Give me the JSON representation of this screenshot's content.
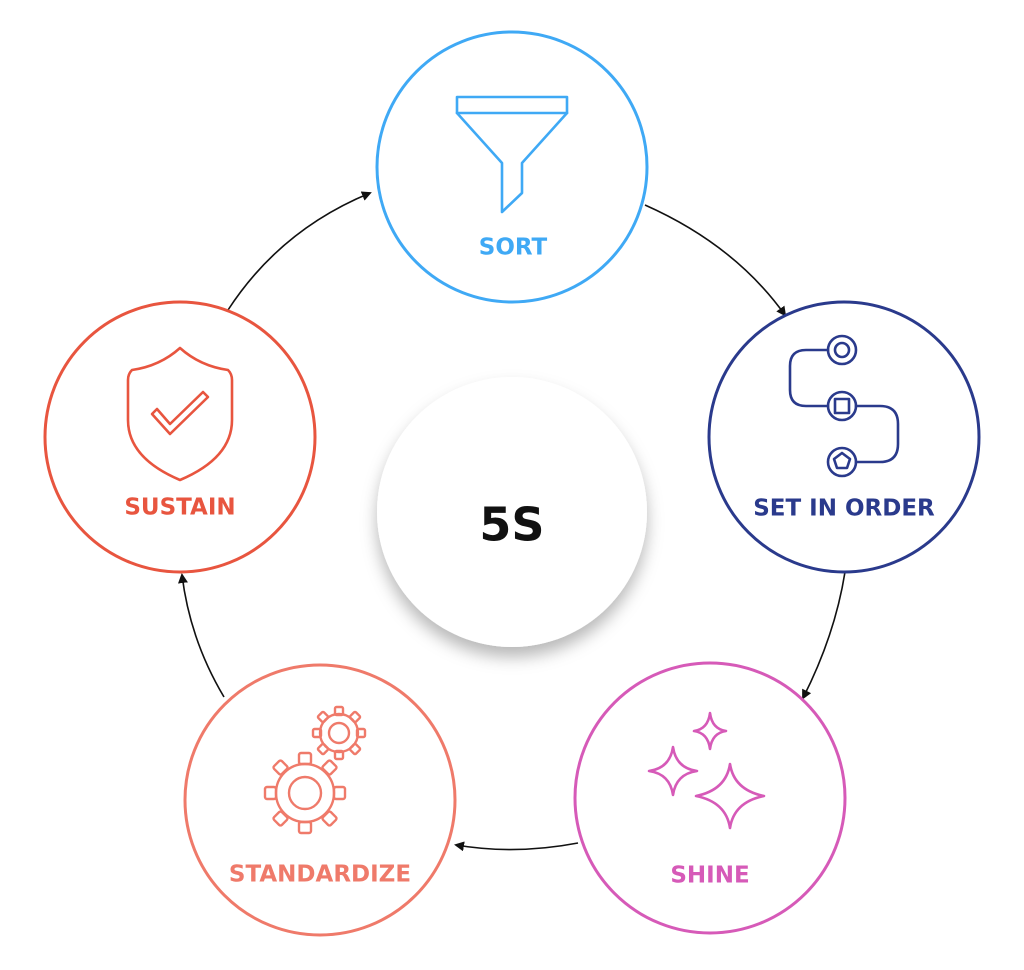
{
  "center": {
    "label": "5S"
  },
  "steps": [
    {
      "label": "SORT",
      "color": "#3fa9f5",
      "icon": "funnel-icon"
    },
    {
      "label": "SET IN ORDER",
      "color": "#2a3a8c",
      "icon": "workflow-icon"
    },
    {
      "label": "SHINE",
      "color": "#d65ab8",
      "icon": "sparkles-icon"
    },
    {
      "label": "STANDARDIZE",
      "color": "#ef7a6a",
      "icon": "gears-icon"
    },
    {
      "label": "SUSTAIN",
      "color": "#e8553f",
      "icon": "shield-check-icon"
    }
  ],
  "arrow_color": "#111111"
}
